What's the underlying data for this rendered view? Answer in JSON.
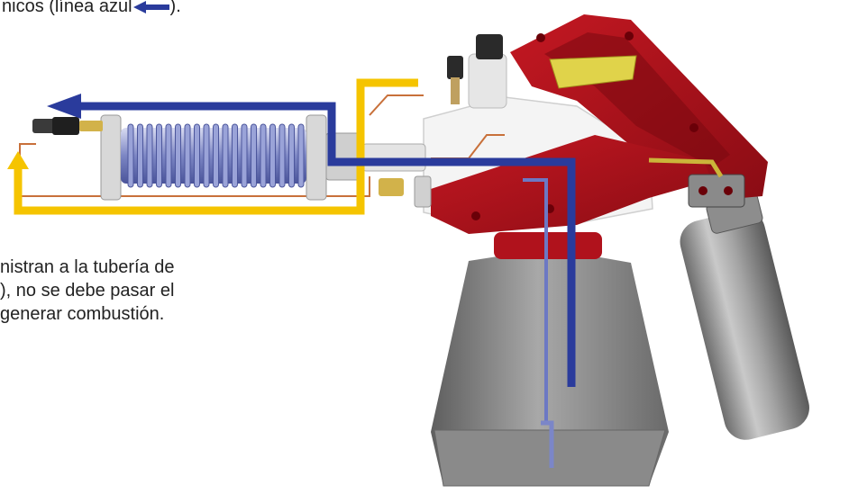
{
  "captions": {
    "top_prefix": "nicos (línea azul",
    "top_suffix": ").",
    "body_lines": [
      "nistran a la tubería de",
      "), no se debe pasar el",
      "generar combustión."
    ]
  },
  "colors": {
    "flow_blue": "#2a3b9c",
    "flow_yellow": "#f5c400",
    "handle_red": "#b0121c",
    "body_white": "#f4f4f4",
    "canister_gray": "#9a9a9a",
    "base_gray": "#7d7d7d"
  },
  "icons": [
    "arrow-left-icon",
    "arrow-up-icon"
  ]
}
